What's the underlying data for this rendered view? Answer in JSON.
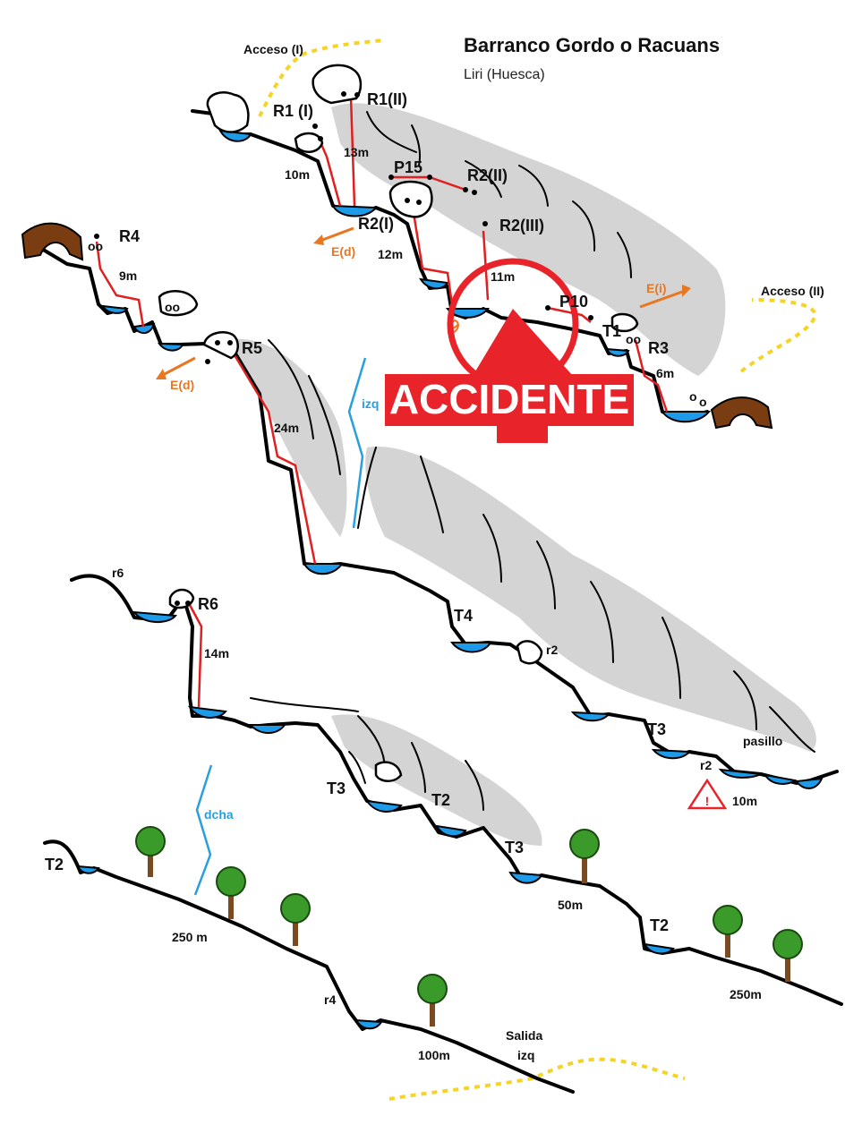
{
  "header": {
    "title": "Barranco Gordo o Racuans",
    "subtitle": "Liri (Huesca)"
  },
  "access": {
    "access_1": "Acceso (I)",
    "access_2": "Acceso (II)",
    "exit": "Salida",
    "exit_side": "izq"
  },
  "rappels": {
    "r1_i": "R1 (I)",
    "r1_ii": "R1(II)",
    "r1_i_len": "10m",
    "r1_ii_len": "13m",
    "p15": "P15",
    "r2_ii": "R2(II)",
    "r2_iii": "R2(III)",
    "r2_i": "R2(I)",
    "r2_i_len": "12m",
    "r2_iii_len": "11m",
    "p10": "P10",
    "t1": "T1",
    "r3": "R3",
    "r3_len": "6m",
    "r4": "R4",
    "r4_len": "9m",
    "r5": "R5",
    "r5_len": "24m",
    "r6_label": "r6",
    "r6": "R6",
    "r6_len": "14m"
  },
  "escapes": {
    "ed_1": "E(d)",
    "ed_2": "E(d)",
    "ei": "E(i)"
  },
  "sides": {
    "izq": "izq",
    "dcha": "dcha"
  },
  "warning": {
    "text": "ACCIDENTE",
    "color": "#e8232a"
  },
  "section2": {
    "t4": "T4",
    "r2": "r2",
    "t3_a": "T3",
    "pasillo": "pasillo",
    "r2_b": "r2",
    "r2_b_len": "10m",
    "t3_b": "T3",
    "t2_a": "T2",
    "t3_c": "T3"
  },
  "section3": {
    "t2_left": "T2",
    "dist_250": "250 m",
    "r4": "r4",
    "dist_100": "100m",
    "dist_50": "50m",
    "t2_right": "T2",
    "dist_250b": "250m"
  },
  "symbols": {
    "exit_oo_1": "oo",
    "exit_oo_2": "oo",
    "exit_oo_3": "o",
    "exit_oo_4": "o",
    "bang": "!"
  },
  "colors": {
    "water": "#1e9be8",
    "rope": "#e02020",
    "escape": "#e87722",
    "side": "#2a9fe0",
    "access_path": "#f5d327",
    "wall": "#d4d4d4"
  }
}
